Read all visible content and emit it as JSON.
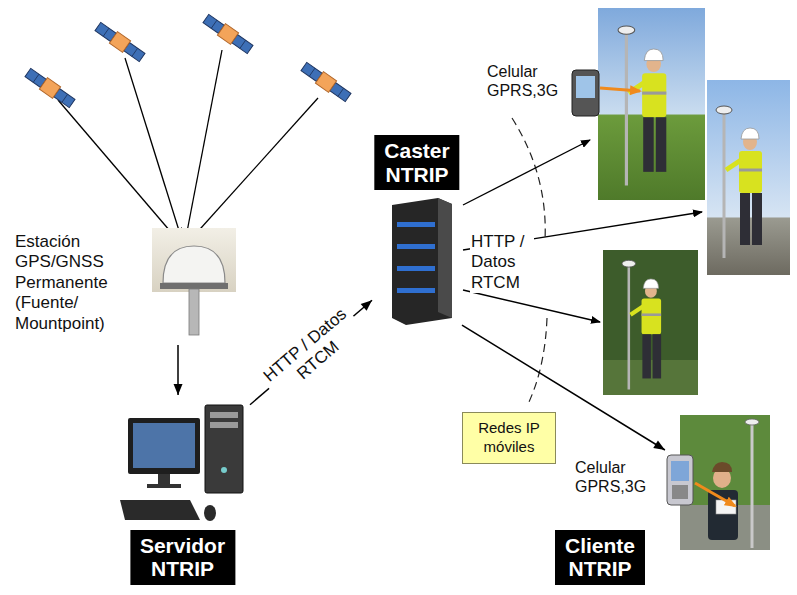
{
  "diagram": {
    "nodes": [
      {
        "text": [
          "Estación GPS/GNSS Permanente (Fuente/ Mountpoint)"
        ]
      },
      {
        "text": [
          "Servidor NTRIP"
        ]
      },
      {
        "text": [
          "Caster NTRIP"
        ]
      },
      {
        "text": [
          "Cliente NTRIP"
        ]
      },
      {
        "text": [
          "Redes IP móviles"
        ]
      }
    ],
    "edges": [
      {
        "from": 0,
        "to": 1,
        "arrow": "to"
      },
      {
        "from": 1,
        "to": 2,
        "label": "HTTP / Datos RTCM",
        "arrow": "to"
      },
      {
        "from": 2,
        "to": 3,
        "arrow": "to"
      }
    ],
    "labels": [
      "Celular GPRS,3G",
      "HTTP / Datos RTCM",
      "Celular GPRS,3G"
    ]
  }
}
